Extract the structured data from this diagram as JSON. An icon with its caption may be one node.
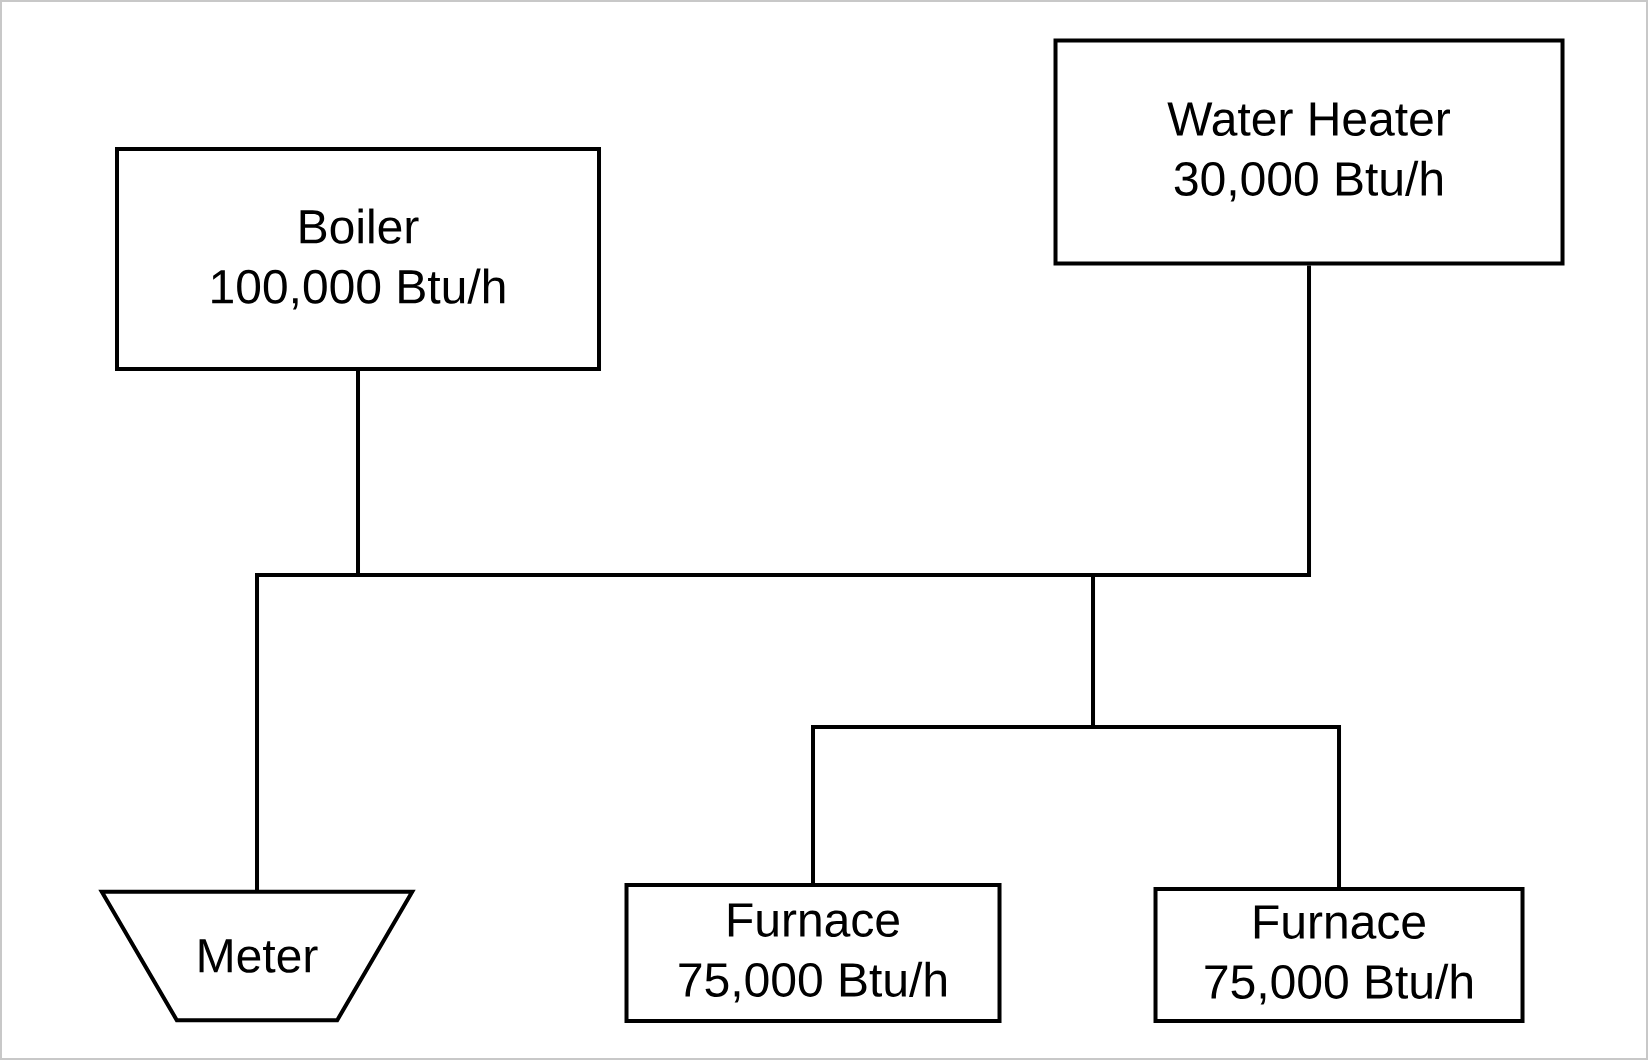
{
  "diagram": {
    "nodes": [
      {
        "text": [
          "Boiler",
          "100,000 Btu/h"
        ]
      },
      {
        "text": [
          "Water Heater",
          "30,000 Btu/h"
        ]
      },
      {
        "text": [
          "Meter"
        ]
      },
      {
        "text": [
          "Furnace",
          "75,000 Btu/h"
        ]
      },
      {
        "text": [
          "Furnace",
          "75,000 Btu/h"
        ]
      }
    ],
    "edges": [
      {
        "from": 2,
        "to": 0,
        "arrow": "none"
      },
      {
        "from": 2,
        "to": 1,
        "arrow": "none"
      },
      {
        "from": 2,
        "to": 3,
        "arrow": "none"
      },
      {
        "from": 2,
        "to": 4,
        "arrow": "none"
      }
    ]
  }
}
